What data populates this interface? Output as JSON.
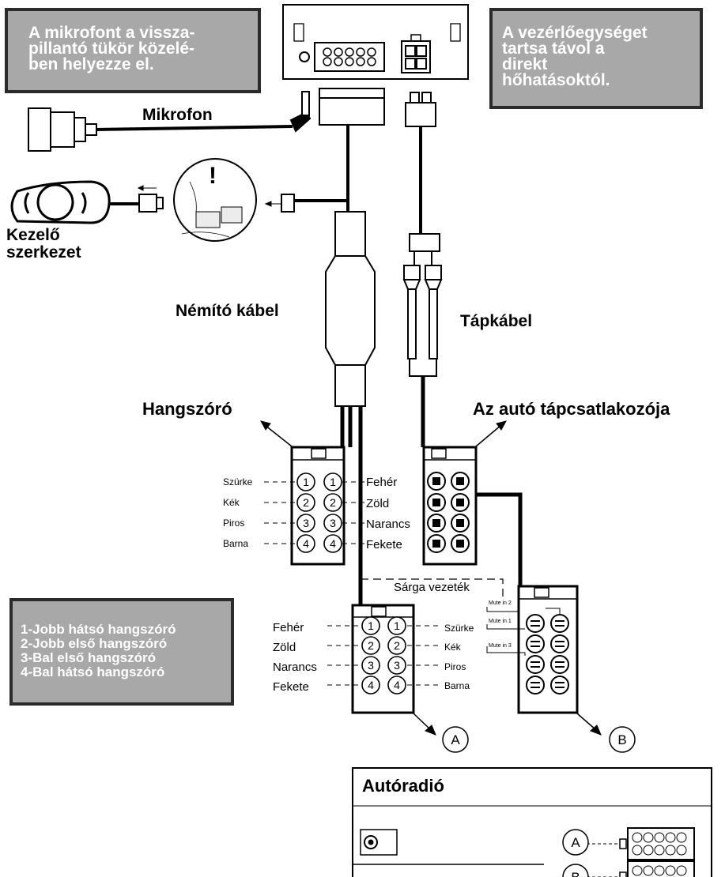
{
  "notes": {
    "microphone": "A mikrofont a vissza-\npillantó tükör közelé-\nben helyezze el.",
    "control_unit": "A vezérlőegységet\ntartsa távol a\ndirekt\nhőhatásoktól.",
    "speakers": "1-Jobb hátsó hangszóró\n2-Jobb első hangszóró\n3-Bal első hangszóró\n4-Bal hátsó hangszóró"
  },
  "labels": {
    "microphone": "Mikrofon",
    "controller_line1": "Kezelő",
    "controller_line2": "szerkezet",
    "mute_cable": "Némító kábel",
    "power_cable": "Tápkábel",
    "speaker": "Hangszóró",
    "car_power_connector": "Az autó tápcsatlakozója",
    "yellow_wire": "Sárga vezeték",
    "car_radio": "Autóradió",
    "warning_mark": "!"
  },
  "speaker_connector_top": {
    "left_colors": [
      "Szürke",
      "Kék",
      "Piros",
      "Barna"
    ],
    "right_colors": [
      "Fehér",
      "Zöld",
      "Narancs",
      "Fekete"
    ],
    "pins": [
      "1",
      "2",
      "3",
      "4"
    ]
  },
  "speaker_connector_bottom": {
    "left_colors": [
      "Fehér",
      "Zöld",
      "Narancs",
      "Fekete"
    ],
    "right_colors": [
      "Szürke",
      "Kék",
      "Piros",
      "Barna"
    ],
    "pins": [
      "1",
      "2",
      "3",
      "4"
    ]
  },
  "mute_inputs": [
    "Mute in 2",
    "Mute in 1",
    "Mute in 3"
  ],
  "markers": {
    "a": "A",
    "b": "B"
  }
}
